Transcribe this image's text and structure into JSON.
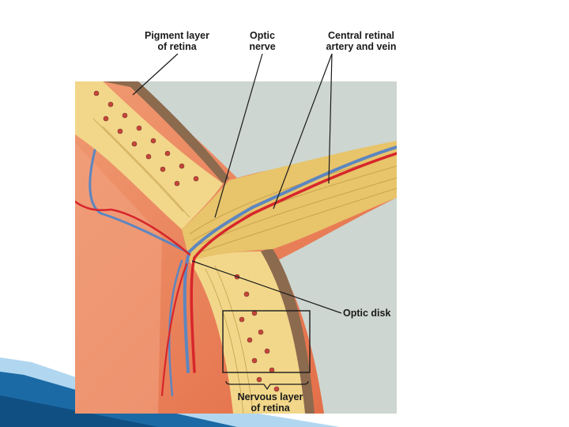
{
  "diagram": {
    "labels": {
      "pigment_layer": {
        "line1": "Pigment layer",
        "line2": "of retina"
      },
      "optic_nerve": {
        "line1": "Optic",
        "line2": "nerve"
      },
      "central_vessels": {
        "line1": "Central  retinal",
        "line2": "artery and vein"
      },
      "optic_disk": {
        "line1": "Optic disk"
      },
      "nervous_layer": {
        "line1": "Nervous layer",
        "line2": "of retina"
      }
    },
    "colors": {
      "choroid": "#e9794f",
      "retina": "#f2d78a",
      "nerve_fibers": "#e8c46a",
      "pigment": "#8c6a4e",
      "sclera": "#cdd6d1",
      "artery": "#d7262c",
      "vein": "#5d86c0"
    }
  },
  "decoration": {
    "accent_light": "#a9d3ee",
    "accent_dark": "#1b6aa5"
  }
}
